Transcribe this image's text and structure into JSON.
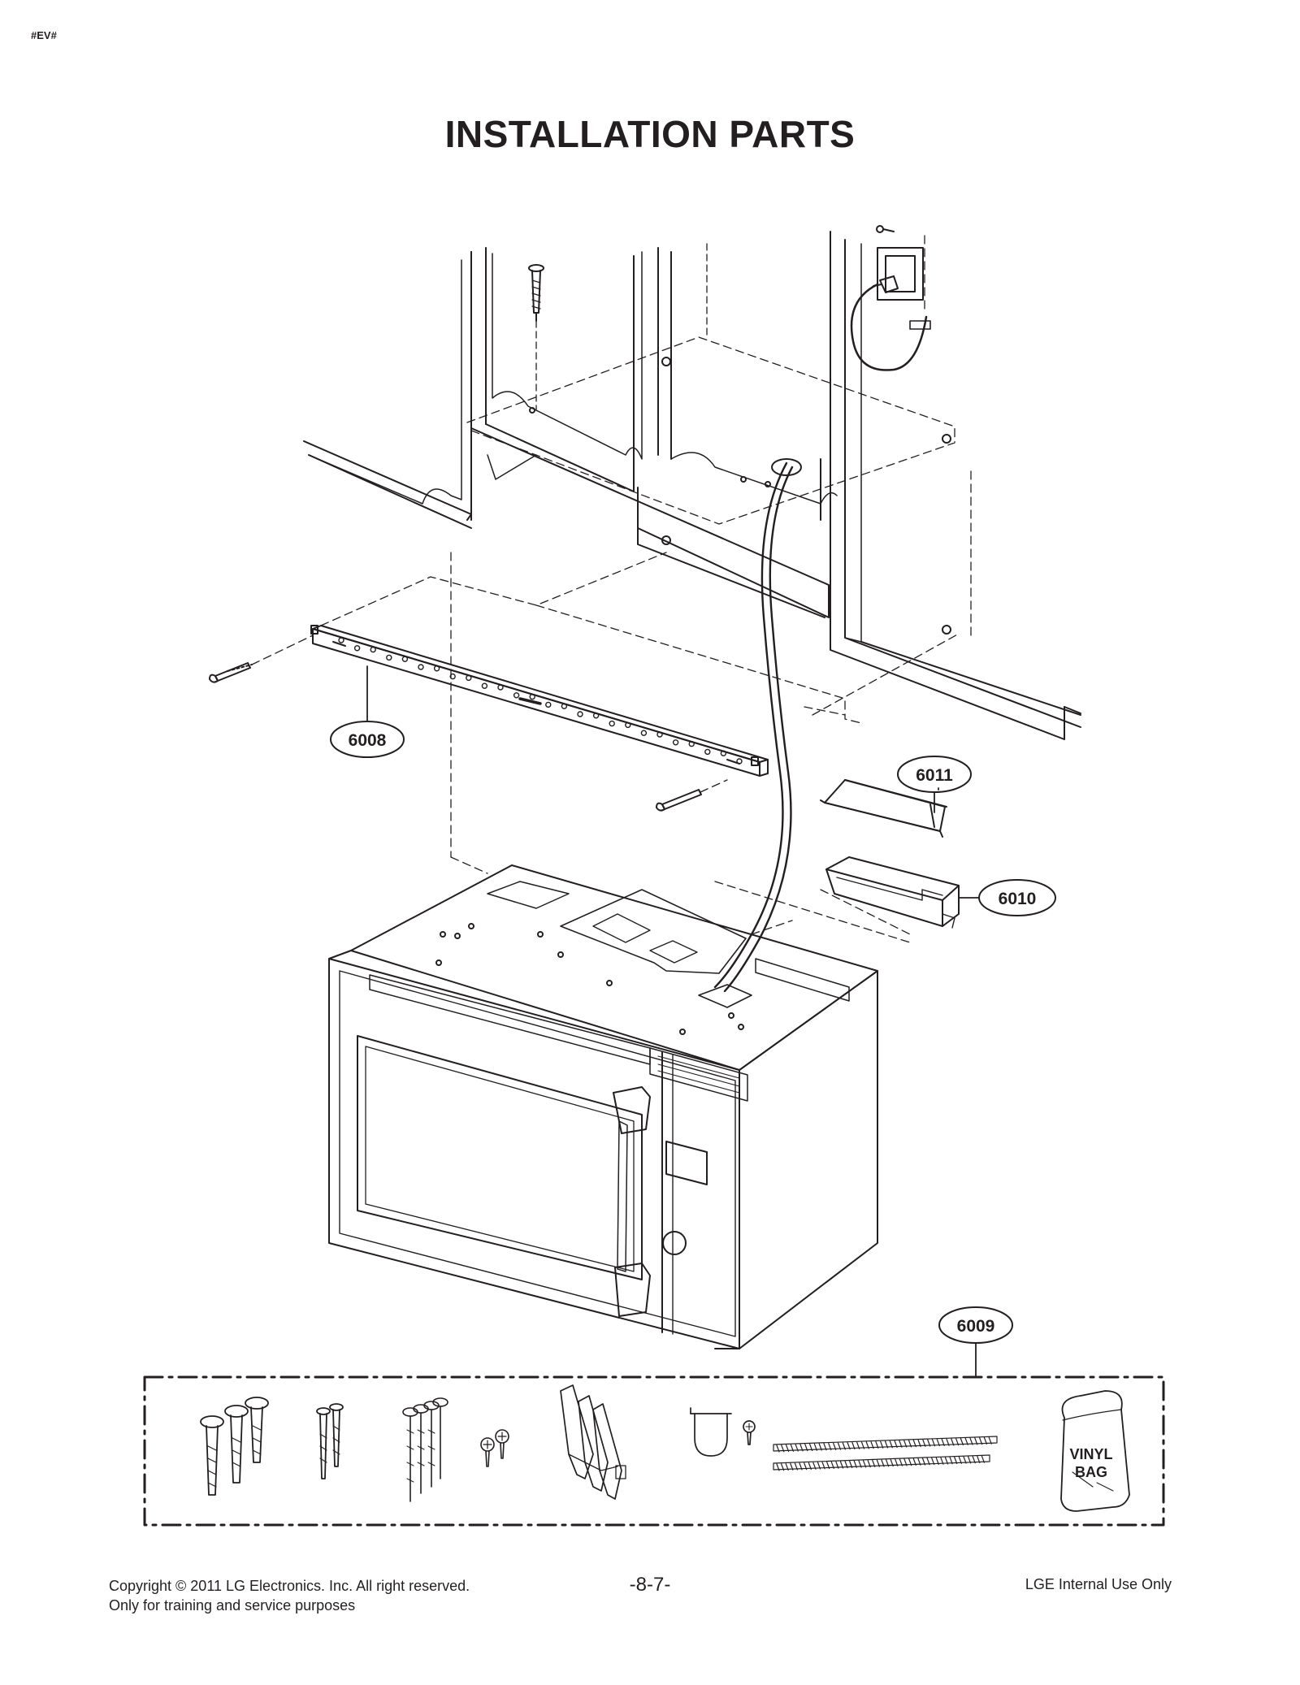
{
  "header": {
    "corner_tag": "#EV#",
    "title": "INSTALLATION PARTS"
  },
  "callouts": [
    {
      "id": "part-6008",
      "label": "6008"
    },
    {
      "id": "part-6011",
      "label": "6011"
    },
    {
      "id": "part-6010",
      "label": "6010"
    },
    {
      "id": "part-6009",
      "label": "6009"
    }
  ],
  "kit": {
    "bag_label_line1": "VINYL",
    "bag_label_line2": "BAG"
  },
  "footer": {
    "copyright": "Copyright © 2011 LG Electronics. Inc. All right reserved.",
    "training_note": "Only for training and service purposes",
    "page_number": "-8-7-",
    "internal_note": "LGE Internal Use Only"
  }
}
